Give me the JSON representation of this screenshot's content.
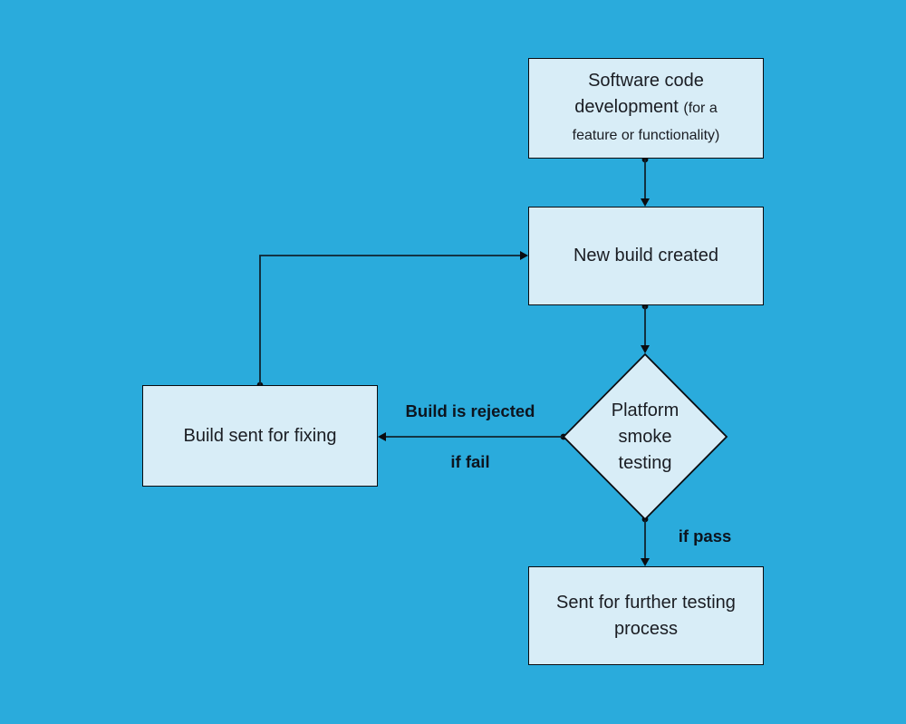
{
  "canvas": {
    "background_color": "#2AABDC",
    "node_fill_color": "#D8EDF7",
    "node_border_color": "#0B0C10",
    "connector_color": "#10242F"
  },
  "nodes": {
    "software_dev": {
      "label_main": "Software code development",
      "label_sub": "(for a feature or functionality)"
    },
    "new_build": {
      "label": "New build created"
    },
    "smoke_testing": {
      "label": "Platform smoke testing"
    },
    "build_fixing": {
      "label": "Build sent for fixing"
    },
    "further_testing": {
      "label": "Sent for further testing process"
    }
  },
  "edge_labels": {
    "rejected": "Build is rejected",
    "if_fail": "if fail",
    "if_pass": "if pass"
  }
}
